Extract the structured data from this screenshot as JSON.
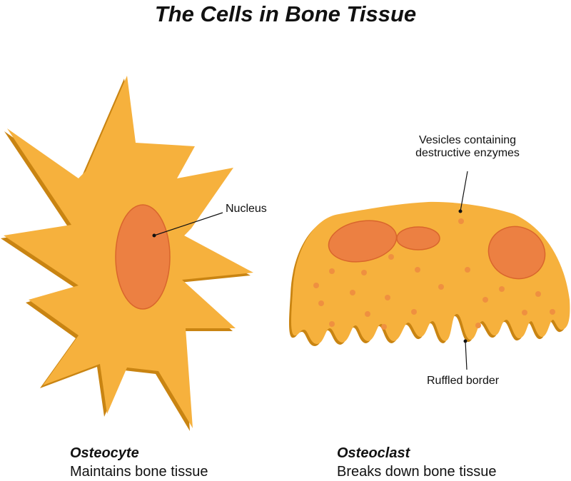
{
  "title": "The Cells in Bone Tissue",
  "labels": {
    "nucleus": "Nucleus",
    "vesicles_line1": "Vesicles containing",
    "vesicles_line2": "destructive enzymes",
    "ruffled_border": "Ruffled border"
  },
  "cells": [
    {
      "name": "Osteocyte",
      "description": "Maintains bone tissue"
    },
    {
      "name": "Osteoclast",
      "description": "Breaks down bone tissue"
    }
  ],
  "colors": {
    "cell_body": "#f6b13d",
    "cell_shadow": "#c98412",
    "nucleus": "#ec8042",
    "nucleus_edge": "#d9652c",
    "vesicle": "#ef9040",
    "leader_line": "#111111"
  }
}
